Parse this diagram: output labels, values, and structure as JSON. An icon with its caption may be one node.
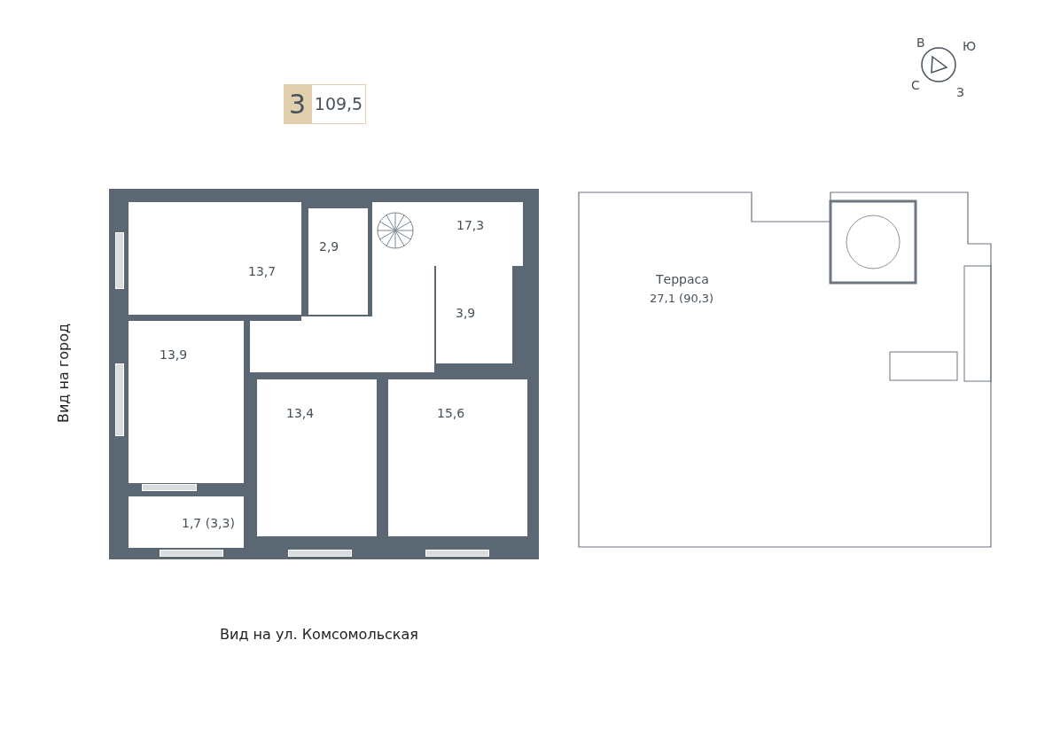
{
  "diagram": {
    "nodes": [
      {
        "text": [
          "3"
        ]
      },
      {
        "text": [
          "109,5"
        ]
      },
      {
        "text": [
          "13,7"
        ]
      },
      {
        "text": [
          "2,9"
        ]
      },
      {
        "text": [
          "17,3"
        ]
      },
      {
        "text": [
          "3,9"
        ]
      },
      {
        "text": [
          "13,9"
        ]
      },
      {
        "text": [
          "13,4"
        ]
      },
      {
        "text": [
          "15,6"
        ]
      },
      {
        "text": [
          "1,7 (3,3)"
        ]
      },
      {
        "text": [
          "Терраса",
          "27,1 (90,3)"
        ]
      }
    ],
    "labels": [
      "В",
      "Ю",
      "С",
      "З",
      "Вид на город",
      "Вид на ул. Комсомольская"
    ]
  }
}
